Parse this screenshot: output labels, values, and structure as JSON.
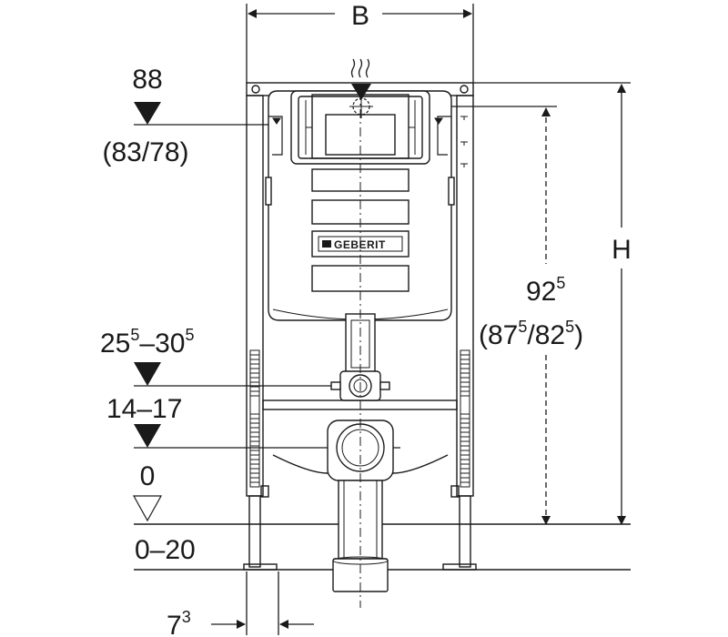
{
  "dimensions": {
    "width_label": "B",
    "height_label": "H",
    "top_level": "88",
    "top_level_alt": "(83/78)",
    "frame_height_main": "92",
    "frame_height_main_sup": "5",
    "frame_height_alt_open": "(87",
    "frame_height_alt_sup1": "5",
    "frame_height_alt_sep": "/82",
    "frame_height_alt_sup2": "5",
    "frame_height_alt_close": ")",
    "flush_range_a": "25",
    "flush_range_a_sup": "5",
    "flush_range_dash": "–30",
    "flush_range_b_sup": "5",
    "drain_range": "14–17",
    "floor_zero": "0",
    "floor_range": "0–20",
    "foot_offset": "7",
    "foot_offset_sup": "3"
  },
  "product": {
    "logo_text": "GEBERIT"
  },
  "colors": {
    "stroke": "#1a1a1a",
    "fill_light": "#ffffff"
  }
}
